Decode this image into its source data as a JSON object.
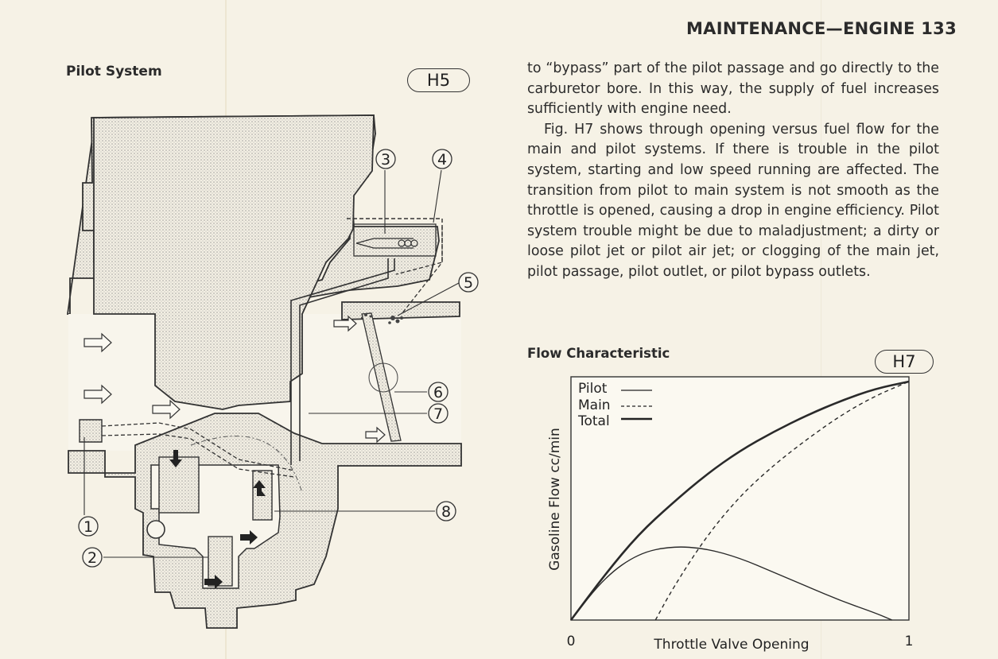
{
  "header": "MAINTENANCE—ENGINE  133",
  "left": {
    "title": "Pilot System",
    "figure_tag": "H5",
    "callouts": [
      "1",
      "2",
      "3",
      "4",
      "5",
      "6",
      "7",
      "8"
    ]
  },
  "body": {
    "paragraph1": "to “bypass” part of the pilot passage and go directly to the carburetor bore. In this way, the supply of fuel increases sufficiently with engine need.",
    "paragraph2": "Fig. H7 shows through opening versus fuel flow for the main and pilot systems. If there is trouble in the pilot system, starting and low speed running are affected. The transition from pilot to main system is not smooth as the throttle is opened, causing a drop in engine efficiency. Pilot system trouble might be due to maladjustment; a dirty or loose pilot jet or pilot air jet; or clogging of the main jet, pilot passage, pilot outlet, or pilot bypass outlets."
  },
  "chart_section": {
    "title": "Flow Characteristic",
    "figure_tag": "H7"
  },
  "chart_data": {
    "type": "line",
    "xlabel": "Throttle Valve Opening",
    "ylabel": "Gasoline Flow cc/min",
    "x_ticks": [
      "0",
      "1"
    ],
    "xlim": [
      0,
      1
    ],
    "ylim": [
      0,
      1
    ],
    "legend": [
      "Pilot",
      "Main",
      "Total"
    ],
    "legend_position": "top-left",
    "series": [
      {
        "name": "Pilot",
        "style": "solid",
        "x": [
          0,
          0.1,
          0.2,
          0.3,
          0.4,
          0.5,
          0.6,
          0.7,
          0.8,
          0.9,
          0.95
        ],
        "y": [
          0,
          0.18,
          0.28,
          0.31,
          0.3,
          0.26,
          0.2,
          0.14,
          0.08,
          0.03,
          0
        ]
      },
      {
        "name": "Main",
        "style": "dashed",
        "x": [
          0.25,
          0.3,
          0.4,
          0.5,
          0.6,
          0.7,
          0.8,
          0.9,
          1.0
        ],
        "y": [
          0,
          0.13,
          0.35,
          0.52,
          0.65,
          0.76,
          0.86,
          0.94,
          1.0
        ]
      },
      {
        "name": "Total",
        "style": "bold",
        "x": [
          0,
          0.1,
          0.2,
          0.3,
          0.4,
          0.5,
          0.6,
          0.7,
          0.8,
          0.9,
          1.0
        ],
        "y": [
          0,
          0.19,
          0.36,
          0.49,
          0.61,
          0.71,
          0.79,
          0.86,
          0.92,
          0.97,
          1.0
        ]
      }
    ]
  },
  "colors": {
    "ink": "#2a2a2a",
    "paper": "#f6f2e6",
    "stipple": "#c9c9c9"
  }
}
